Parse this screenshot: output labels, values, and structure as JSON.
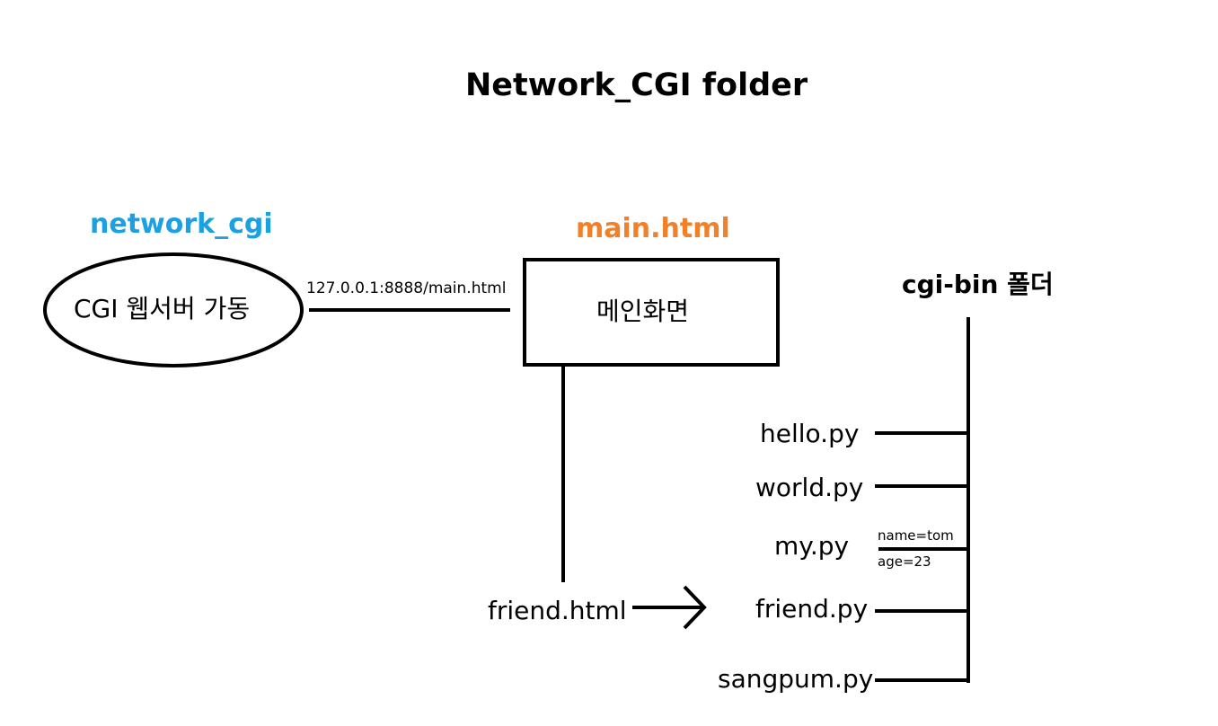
{
  "diagram": {
    "title": "Network_CGI folder",
    "colors": {
      "network_label": "#1ba1e2",
      "main_label": "#f0802a",
      "ink": "#000000"
    },
    "server": {
      "label": "network_cgi",
      "text": "CGI 웹서버 가동"
    },
    "connection": {
      "url": "127.0.0.1:8888/main.html"
    },
    "main_page": {
      "label": "main.html",
      "text": "메인화면"
    },
    "friend_page": {
      "text": "friend.html"
    },
    "cgi_bin": {
      "label": "cgi-bin 폴더",
      "files": [
        "hello.py",
        "world.py",
        "my.py",
        "friend.py",
        "sangpum.py"
      ],
      "params": [
        "name=tom",
        "age=23"
      ]
    }
  }
}
